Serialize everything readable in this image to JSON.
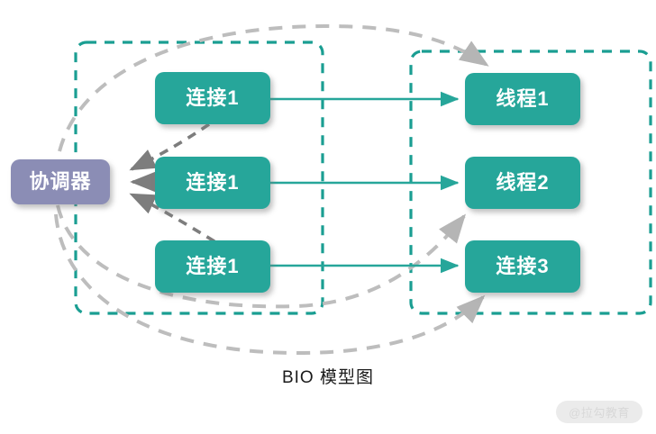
{
  "diagram": {
    "caption": "BIO 模型图",
    "watermark": "@拉勾教育",
    "colors": {
      "node_teal": "#26a69a",
      "node_purple": "#8b8db5",
      "container_dash": "#1a9e92",
      "flow_dark": "#808080",
      "flow_light": "#bdbdbd",
      "connector_line": "#26a69a",
      "caption_text": "#1a1a1a",
      "watermark_bg": "#ebebeb"
    },
    "containers": [
      {
        "name": "connections-group",
        "label": ""
      },
      {
        "name": "threads-group",
        "label": ""
      }
    ],
    "coordinator": {
      "label": "协调器"
    },
    "connections": [
      {
        "label": "连接1"
      },
      {
        "label": "连接1"
      },
      {
        "label": "连接1"
      }
    ],
    "threads": [
      {
        "label": "线程1"
      },
      {
        "label": "线程2"
      },
      {
        "label": "连接3"
      }
    ]
  }
}
